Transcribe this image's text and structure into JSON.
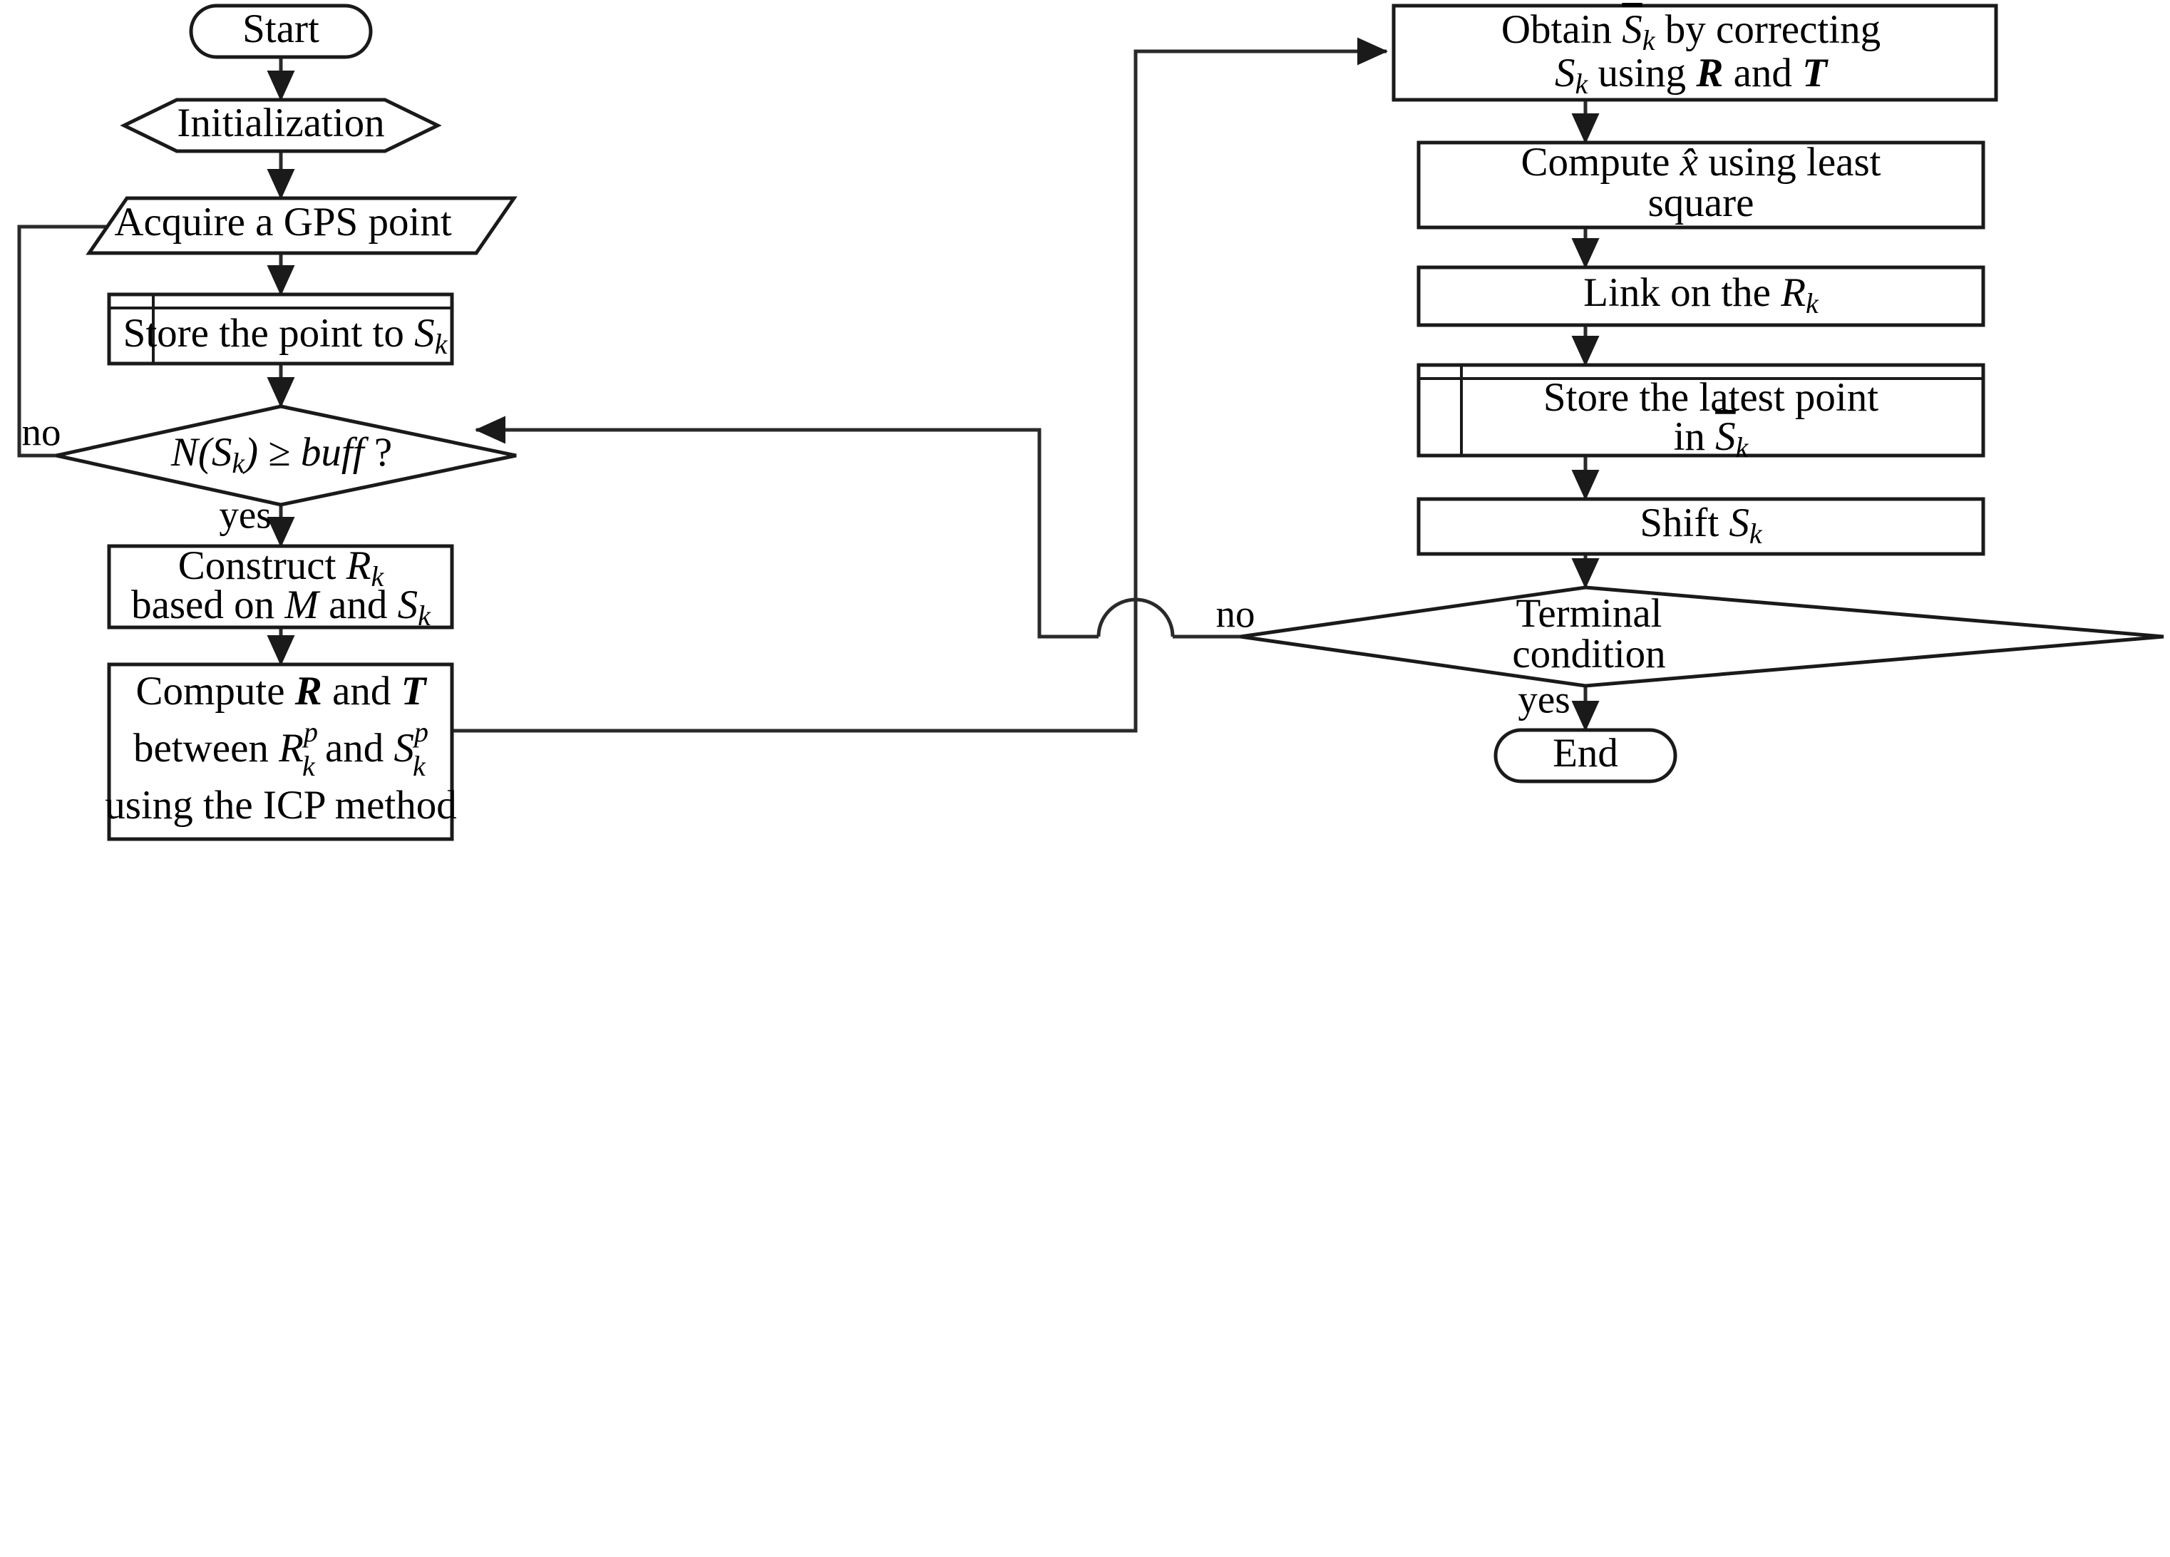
{
  "diagram": {
    "title": "GPS trajectory correction flowchart",
    "type": "flowchart",
    "background_color": "#ffffff",
    "line_color": "#1a1a1a",
    "text_color": "#000000"
  },
  "nodes": {
    "start": {
      "id": "start",
      "shape": "terminator",
      "label": "Start"
    },
    "initialization": {
      "id": "initialization",
      "shape": "hexagon",
      "label": "Initialization"
    },
    "acquire_gps": {
      "id": "acquire_gps",
      "shape": "parallelogram",
      "label": "Acquire a GPS point"
    },
    "store_point": {
      "id": "store_point",
      "shape": "storage",
      "label_prefix": "Store the point to ",
      "label_symbol": "S",
      "label_symbol_sub": "k"
    },
    "buff_check": {
      "id": "buff_check",
      "shape": "diamond",
      "label_n": "N",
      "label_open": "(",
      "label_symbol": "S",
      "label_symbol_sub": "k",
      "label_close": ")",
      "label_op": " ≥ ",
      "label_buff": "buff",
      "label_q": " ?"
    },
    "construct_r": {
      "id": "construct_r",
      "shape": "process",
      "line1_prefix": "Construct ",
      "line1_symbol": "R",
      "line1_sub": "k",
      "line2_prefix": "based on ",
      "line2_symbol_m": "M",
      "line2_mid": " and ",
      "line2_symbol_s": "S",
      "line2_sub": "k"
    },
    "compute_rt": {
      "id": "compute_rt",
      "shape": "process",
      "line1_prefix": "Compute ",
      "line1_r": "R",
      "line1_mid": " and ",
      "line1_t": "T",
      "line2_prefix": "between ",
      "line2_symbol_r": "R",
      "line2_r_sub": "k",
      "line2_r_sup": "p",
      "line2_mid": " and ",
      "line2_symbol_s": "S",
      "line2_s_sub": "k",
      "line2_s_sup": "p",
      "line3": "using the ICP method"
    },
    "obtain_sbar": {
      "id": "obtain_sbar",
      "shape": "process",
      "line1_prefix": "Obtain ",
      "line1_symbol": "S",
      "line1_sub": "k",
      "line1_overline": true,
      "line1_suffix": " by correcting",
      "line2_symbol": "S",
      "line2_sub": "k",
      "line2_mid": " using ",
      "line2_r": "R",
      "line2_and": " and ",
      "line2_t": "T"
    },
    "compute_x": {
      "id": "compute_x",
      "shape": "process",
      "line1_prefix": "Compute ",
      "line1_symbol": "x̂",
      "line1_suffix": " using least",
      "line2": "square"
    },
    "link_r": {
      "id": "link_r",
      "shape": "process",
      "label_prefix": "Link on the ",
      "label_symbol": "R",
      "label_sub": "k"
    },
    "store_latest": {
      "id": "store_latest",
      "shape": "storage",
      "line1": "Store the latest point",
      "line2_prefix": "in ",
      "line2_symbol": "S",
      "line2_sub": "k",
      "line2_overline": true
    },
    "shift_s": {
      "id": "shift_s",
      "shape": "process",
      "label_prefix": "Shift ",
      "label_symbol": "S",
      "label_sub": "k"
    },
    "terminal_condition": {
      "id": "terminal_condition",
      "shape": "diamond",
      "line1": "Terminal",
      "line2": "condition"
    },
    "end": {
      "id": "end",
      "shape": "terminator",
      "label": "End"
    }
  },
  "edge_labels": {
    "buff_no": "no",
    "buff_yes": "yes",
    "terminal_no": "no",
    "terminal_yes": "yes"
  },
  "edges": [
    {
      "from": "start",
      "to": "initialization",
      "label": ""
    },
    {
      "from": "initialization",
      "to": "acquire_gps",
      "label": ""
    },
    {
      "from": "acquire_gps",
      "to": "store_point",
      "label": ""
    },
    {
      "from": "store_point",
      "to": "buff_check",
      "label": ""
    },
    {
      "from": "buff_check",
      "to": "acquire_gps",
      "label": "no"
    },
    {
      "from": "buff_check",
      "to": "construct_r",
      "label": "yes"
    },
    {
      "from": "construct_r",
      "to": "compute_rt",
      "label": ""
    },
    {
      "from": "compute_rt",
      "to": "obtain_sbar",
      "label": ""
    },
    {
      "from": "obtain_sbar",
      "to": "compute_x",
      "label": ""
    },
    {
      "from": "compute_x",
      "to": "link_r",
      "label": ""
    },
    {
      "from": "link_r",
      "to": "store_latest",
      "label": ""
    },
    {
      "from": "store_latest",
      "to": "shift_s",
      "label": ""
    },
    {
      "from": "shift_s",
      "to": "terminal_condition",
      "label": ""
    },
    {
      "from": "terminal_condition",
      "to": "acquire_gps",
      "label": "no"
    },
    {
      "from": "terminal_condition",
      "to": "end",
      "label": "yes"
    }
  ]
}
